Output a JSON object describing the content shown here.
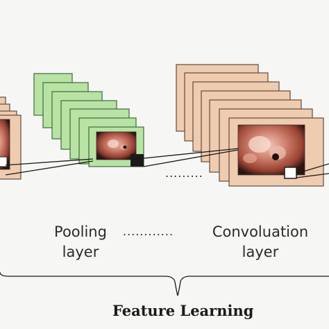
{
  "labels": {
    "pooling_line1": "Pooling",
    "pooling_line2": "layer",
    "convolution_line1": "Convoluation",
    "convolution_line2": "layer",
    "feature_learning": "Feature Learning"
  },
  "dots_text": {
    "between_maps": ".........",
    "between_labels": "............"
  },
  "colors": {
    "pooling_fill": "#b8e3a4",
    "pooling_stroke": "#3d6b3d",
    "conv_fill": "#efcbb0",
    "conv_stroke": "#5e4b40",
    "image_tone": "#c46a5a",
    "connector": "#1a1a1a"
  }
}
